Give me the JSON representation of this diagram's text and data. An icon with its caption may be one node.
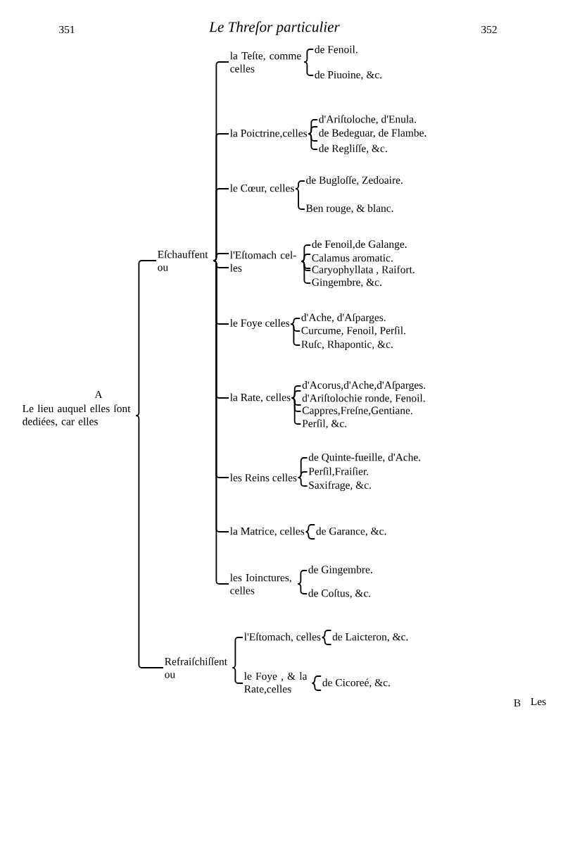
{
  "diagram": {
    "title": "Le Threſor particulier",
    "nodes": [
      {
        "text": [
          "Le lieu auquel elles ſont dediées, car elles"
        ]
      },
      {
        "text": [
          "Eſchauffent ou"
        ]
      },
      {
        "text": [
          "Refraiſchiſſent ou"
        ]
      },
      {
        "text": [
          "la Teſte, comme celles"
        ]
      },
      {
        "text": [
          "de Fenoil."
        ]
      },
      {
        "text": [
          "de Piuoine, &c."
        ]
      },
      {
        "text": [
          "la Poictrine,celles"
        ]
      },
      {
        "text": [
          "d'Ariſtoloche, d'Enula."
        ]
      },
      {
        "text": [
          "de Bedeguar, de Flambe."
        ]
      },
      {
        "text": [
          "de Regliſſe, &c."
        ]
      },
      {
        "text": [
          "le Cœur, celles"
        ]
      },
      {
        "text": [
          "de Bugloſſe, Zedoaire."
        ]
      },
      {
        "text": [
          "Ben rouge, & blanc."
        ]
      },
      {
        "text": [
          "l'Eſtomach cel- les"
        ]
      },
      {
        "text": [
          "de Fenoil,de Galange."
        ]
      },
      {
        "text": [
          "Calamus aromatic."
        ]
      },
      {
        "text": [
          "Caryophyllata , Raifort."
        ]
      },
      {
        "text": [
          "Gingembre, &c."
        ]
      },
      {
        "text": [
          "le Foye celles"
        ]
      },
      {
        "text": [
          "d'Ache, d'Aſparges."
        ]
      },
      {
        "text": [
          "Curcume, Fenoil, Perſil."
        ]
      },
      {
        "text": [
          "Ruſc, Rhapontic, &c."
        ]
      },
      {
        "text": [
          "la Rate, celles"
        ]
      },
      {
        "text": [
          "d'Acorus,d'Ache,d'Aſparges."
        ]
      },
      {
        "text": [
          "d'Ariſtolochie ronde, Fenoil."
        ]
      },
      {
        "text": [
          "Cappres,Freſne,Gentiane."
        ]
      },
      {
        "text": [
          "Perſil, &c."
        ]
      },
      {
        "text": [
          "les Reins celles"
        ]
      },
      {
        "text": [
          "de Quinte-fueille, d'Ache."
        ]
      },
      {
        "text": [
          "Perſil,Fraiſier."
        ]
      },
      {
        "text": [
          "Saxifrage, &c."
        ]
      },
      {
        "text": [
          "la Matrice, celles"
        ]
      },
      {
        "text": [
          "de Garance, &c."
        ]
      },
      {
        "text": [
          "les Ioinctures, celles"
        ]
      },
      {
        "text": [
          "de Gingembre."
        ]
      },
      {
        "text": [
          "de Coſtus, &c."
        ]
      },
      {
        "text": [
          "l'Eſtomach, celles"
        ]
      },
      {
        "text": [
          "de Laicteron, &c."
        ]
      },
      {
        "text": [
          "le Foye , & la Rate,celles"
        ]
      },
      {
        "text": [
          "de Cicoreé, &c."
        ]
      }
    ],
    "edges": [
      {
        "from": 0,
        "to": 1,
        "arrow": "none"
      },
      {
        "from": 0,
        "to": 2,
        "arrow": "none"
      },
      {
        "from": 1,
        "to": 3,
        "arrow": "none"
      },
      {
        "from": 1,
        "to": 6,
        "arrow": "none"
      },
      {
        "from": 1,
        "to": 10,
        "arrow": "none"
      },
      {
        "from": 1,
        "to": 13,
        "arrow": "none"
      },
      {
        "from": 1,
        "to": 18,
        "arrow": "none"
      },
      {
        "from": 1,
        "to": 22,
        "arrow": "none"
      },
      {
        "from": 1,
        "to": 27,
        "arrow": "none"
      },
      {
        "from": 1,
        "to": 31,
        "arrow": "none"
      },
      {
        "from": 1,
        "to": 33,
        "arrow": "none"
      },
      {
        "from": 3,
        "to": 4,
        "arrow": "none"
      },
      {
        "from": 3,
        "to": 5,
        "arrow": "none"
      },
      {
        "from": 6,
        "to": 7,
        "arrow": "none"
      },
      {
        "from": 6,
        "to": 8,
        "arrow": "none"
      },
      {
        "from": 6,
        "to": 9,
        "arrow": "none"
      },
      {
        "from": 10,
        "to": 11,
        "arrow": "none"
      },
      {
        "from": 10,
        "to": 12,
        "arrow": "none"
      },
      {
        "from": 13,
        "to": 14,
        "arrow": "none"
      },
      {
        "from": 13,
        "to": 15,
        "arrow": "none"
      },
      {
        "from": 13,
        "to": 16,
        "arrow": "none"
      },
      {
        "from": 13,
        "to": 17,
        "arrow": "none"
      },
      {
        "from": 18,
        "to": 19,
        "arrow": "none"
      },
      {
        "from": 18,
        "to": 20,
        "arrow": "none"
      },
      {
        "from": 18,
        "to": 21,
        "arrow": "none"
      },
      {
        "from": 22,
        "to": 23,
        "arrow": "none"
      },
      {
        "from": 22,
        "to": 24,
        "arrow": "none"
      },
      {
        "from": 22,
        "to": 25,
        "arrow": "none"
      },
      {
        "from": 22,
        "to": 26,
        "arrow": "none"
      },
      {
        "from": 27,
        "to": 28,
        "arrow": "none"
      },
      {
        "from": 27,
        "to": 29,
        "arrow": "none"
      },
      {
        "from": 27,
        "to": 30,
        "arrow": "none"
      },
      {
        "from": 31,
        "to": 32,
        "arrow": "none"
      },
      {
        "from": 33,
        "to": 34,
        "arrow": "none"
      },
      {
        "from": 33,
        "to": 35,
        "arrow": "none"
      },
      {
        "from": 2,
        "to": 36,
        "arrow": "none"
      },
      {
        "from": 2,
        "to": 38,
        "arrow": "none"
      },
      {
        "from": 36,
        "to": 37,
        "arrow": "none"
      },
      {
        "from": 38,
        "to": 39,
        "arrow": "none"
      }
    ],
    "labels": [
      "351",
      "352",
      "A",
      "B",
      "Les"
    ]
  }
}
